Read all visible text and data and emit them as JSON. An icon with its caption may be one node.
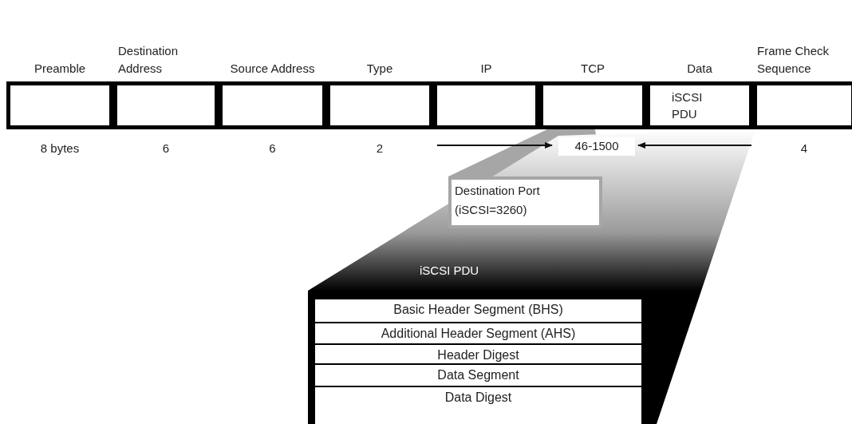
{
  "diagram": {
    "nodes": [
      {
        "text": [
          "Preamble"
        ],
        "beside": [
          "8 bytes"
        ]
      },
      {
        "text": [
          "Destination Address"
        ],
        "beside": [
          "6"
        ]
      },
      {
        "text": [
          "Source Address"
        ],
        "beside": [
          "6"
        ]
      },
      {
        "text": [
          "Type"
        ],
        "beside": [
          "2"
        ]
      },
      {
        "text": [
          "IP"
        ]
      },
      {
        "text": [
          "TCP"
        ]
      },
      {
        "text": [
          "Data",
          "iSCSI PDU"
        ]
      },
      {
        "text": [
          "Frame Check Sequence"
        ],
        "beside": [
          "4"
        ]
      },
      {
        "text": [
          "Destination Port (iSCSI=3260)"
        ]
      },
      {
        "text": [
          "iSCSI PDU"
        ]
      },
      {
        "text": [
          "Basic Header Segment (BHS)"
        ],
        "in": 9
      },
      {
        "text": [
          "Additional Header Segment (AHS)"
        ],
        "in": 9
      },
      {
        "text": [
          "Header Digest"
        ],
        "in": 9
      },
      {
        "text": [
          "Data Segment"
        ],
        "in": 9
      },
      {
        "text": [
          "Data Digest"
        ],
        "in": 9
      }
    ],
    "edges": [
      {
        "from": 5,
        "to": 8,
        "arrow": "none",
        "color": "#a6a6a6"
      },
      {
        "from": 6,
        "to": 9,
        "arrow": "none"
      }
    ],
    "labels": [
      "46-1500"
    ]
  }
}
